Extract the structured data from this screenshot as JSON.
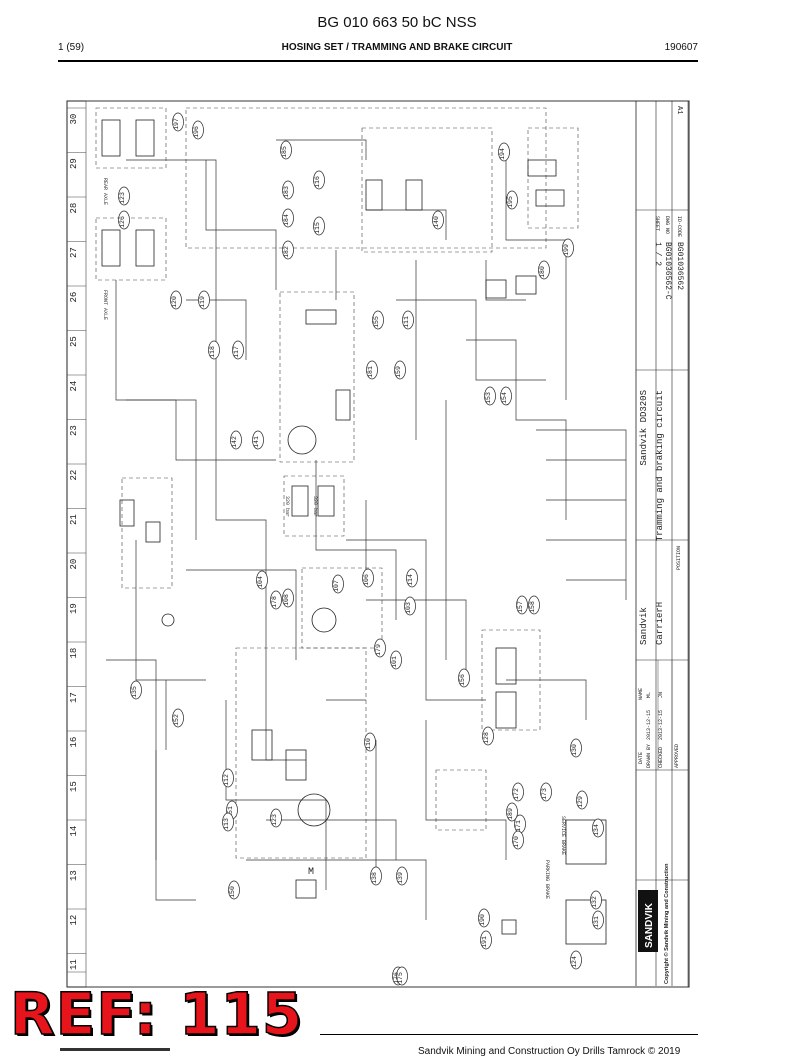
{
  "header": {
    "title": "BG 010 663 50 bC NSS",
    "page": "1 (59)",
    "subtitle": "HOSING SET / TRAMMING AND BRAKE CIRCUIT",
    "date": "190607"
  },
  "drawing": {
    "grid_numbers": [
      "11",
      "12",
      "13",
      "14",
      "15",
      "16",
      "17",
      "18",
      "19",
      "20",
      "21",
      "22",
      "23",
      "24",
      "25",
      "26",
      "27",
      "28",
      "29",
      "30"
    ],
    "title_block": {
      "company": "SANDVIK",
      "copyright": "Copyright © Sandvik Mining and Construction",
      "product": "Sandvik DD320S",
      "drawing_title": "Tramming and braking circuit",
      "project": "Sandvik",
      "position_label": "POSITION",
      "carrier": "CarrierH",
      "sheet_label": "SHEET",
      "sheet": "1 / 2",
      "sheet_size": "A1",
      "dwg_label": "DWG NO",
      "dwg_no": "BG01036562-C",
      "id_label": "ID-CODE",
      "id_code": "BG01036562",
      "date_col": "DATE",
      "name_col": "NAME",
      "drawn_by": "DRAWN BY",
      "checked": "CHECKED",
      "approved": "APPROVED",
      "drawn_date": "2013-12-15",
      "drawn_name": "ML",
      "checked_date": "2013-12-15",
      "checked_name": "JN"
    },
    "component_labels": [
      "FRONT AXLE",
      "REAR AXLE",
      "PARKING BRAKE",
      "SERVICE BRAKE",
      "M"
    ],
    "pressures": [
      "320 bar",
      "320 bar"
    ],
    "item_numbers": [
      "197",
      "196",
      "185",
      "183",
      "184",
      "182",
      "123",
      "126",
      "120",
      "119",
      "118",
      "117",
      "116",
      "115",
      "155",
      "111",
      "140",
      "194",
      "195",
      "199",
      "180",
      "181",
      "159",
      "153",
      "154",
      "142",
      "141",
      "104",
      "108",
      "107",
      "106",
      "114",
      "103",
      "178",
      "179",
      "101",
      "157",
      "158",
      "135",
      "152",
      "156",
      "128",
      "150",
      "151",
      "112",
      "113",
      "110",
      "123",
      "172",
      "173",
      "130",
      "129",
      "171",
      "170",
      "134",
      "132",
      "131",
      "124",
      "176",
      "175",
      "189",
      "190",
      "191",
      "138",
      "139"
    ]
  },
  "stamp": {
    "text": "REF: 115"
  },
  "footer": {
    "text": "Sandvik Mining and Construction Oy Drills Tamrock © 2019"
  }
}
